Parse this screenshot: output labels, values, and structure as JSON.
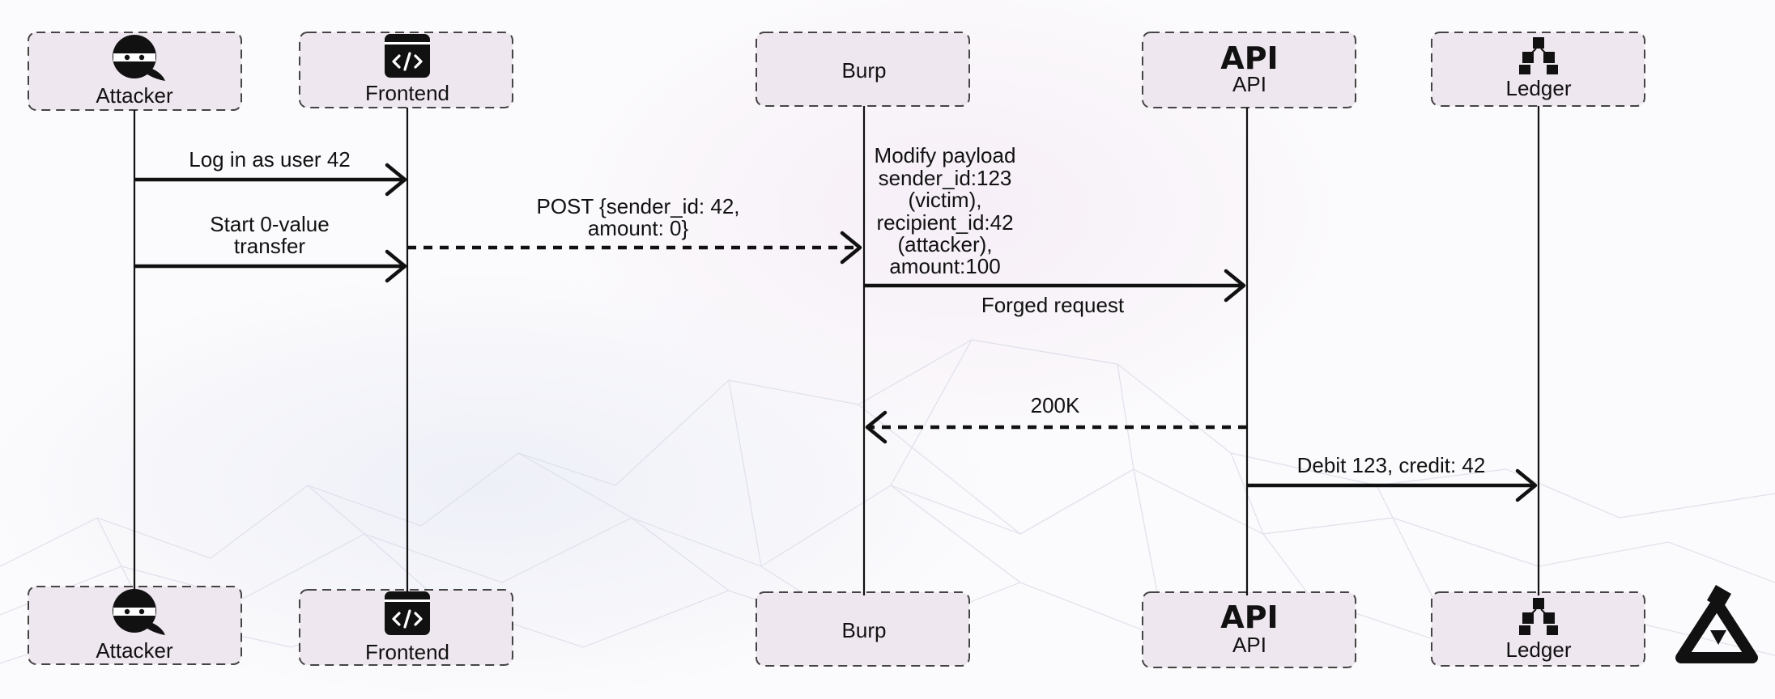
{
  "participants": [
    {
      "id": "attacker",
      "label": "Attacker",
      "icon": "ninja-icon"
    },
    {
      "id": "frontend",
      "label": "Frontend",
      "icon": "code-window-icon"
    },
    {
      "id": "burp",
      "label": "Burp",
      "icon": ""
    },
    {
      "id": "api",
      "label": "API",
      "icon": "api-text-icon"
    },
    {
      "id": "ledger",
      "label": "Ledger",
      "icon": "cubes-icon"
    }
  ],
  "api_icon_text": "API",
  "messages": [
    {
      "from": "attacker",
      "to": "frontend",
      "style": "solid",
      "label": [
        "Log in as user 42"
      ]
    },
    {
      "from": "attacker",
      "to": "frontend",
      "style": "solid",
      "label": [
        "Start 0-value",
        "transfer"
      ]
    },
    {
      "from": "frontend",
      "to": "burp",
      "style": "dashed",
      "label": [
        "POST {sender_id: 42,",
        "amount: 0}"
      ]
    },
    {
      "from": "burp",
      "to": "burp",
      "style": "note",
      "label": [
        "Modify payload",
        "sender_id:123",
        "(victim),",
        "recipient_id:42",
        "(attacker),",
        "amount:100"
      ]
    },
    {
      "from": "burp",
      "to": "api",
      "style": "solid",
      "label": [
        "Forged request"
      ]
    },
    {
      "from": "api",
      "to": "burp",
      "style": "dashed",
      "label": [
        "200K"
      ]
    },
    {
      "from": "api",
      "to": "ledger",
      "style": "solid",
      "label": [
        "Debit 123, credit: 42"
      ]
    }
  ]
}
